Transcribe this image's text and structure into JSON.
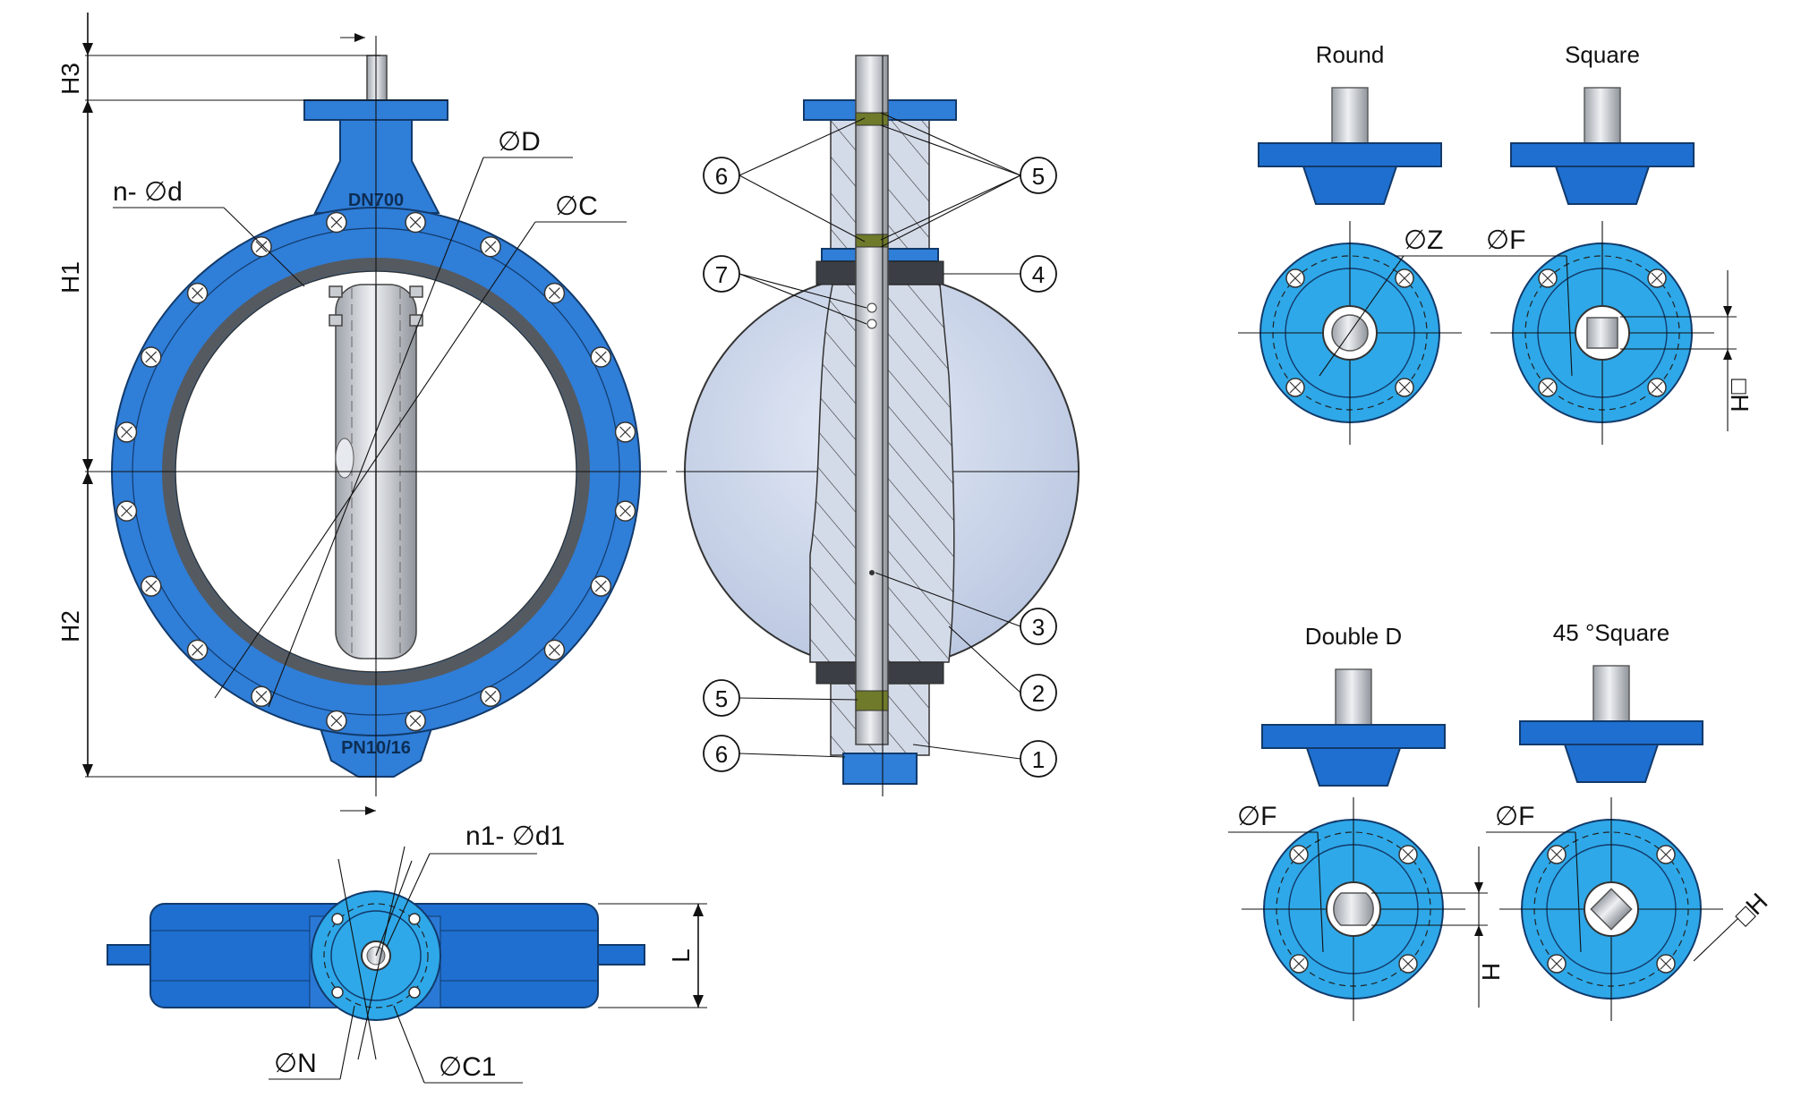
{
  "main_view": {
    "dim_h3": "H3",
    "dim_h1": "H1",
    "dim_h2": "H2",
    "dim_bolt_holes": "n- ∅d",
    "dim_d": "∅D",
    "dim_c": "∅C",
    "cast_size": "DN700",
    "cast_pressure": "PN10/16"
  },
  "section_view": {
    "parts": [
      "1",
      "2",
      "3",
      "4",
      "5",
      "6",
      "7"
    ]
  },
  "top_view": {
    "dim_top_holes": "n1- ∅d1",
    "dim_l": "L",
    "dim_n": "∅N",
    "dim_c1": "∅C1"
  },
  "shaft_options": [
    {
      "title": "Round",
      "dim1": "∅Z",
      "dim2": ""
    },
    {
      "title": "Square",
      "dim1": "∅F",
      "dim2": "□H"
    },
    {
      "title": "Double D",
      "dim1": "∅F",
      "dim2": "H"
    },
    {
      "title": "45 °Square",
      "dim1": "∅F",
      "dim2": "□H"
    }
  ],
  "colors": {
    "body_blue": "#2f7ed8",
    "flange_cyan": "#2ea8e8",
    "seat_gray": "#555a60",
    "disc_light": "#cdd8ec"
  }
}
